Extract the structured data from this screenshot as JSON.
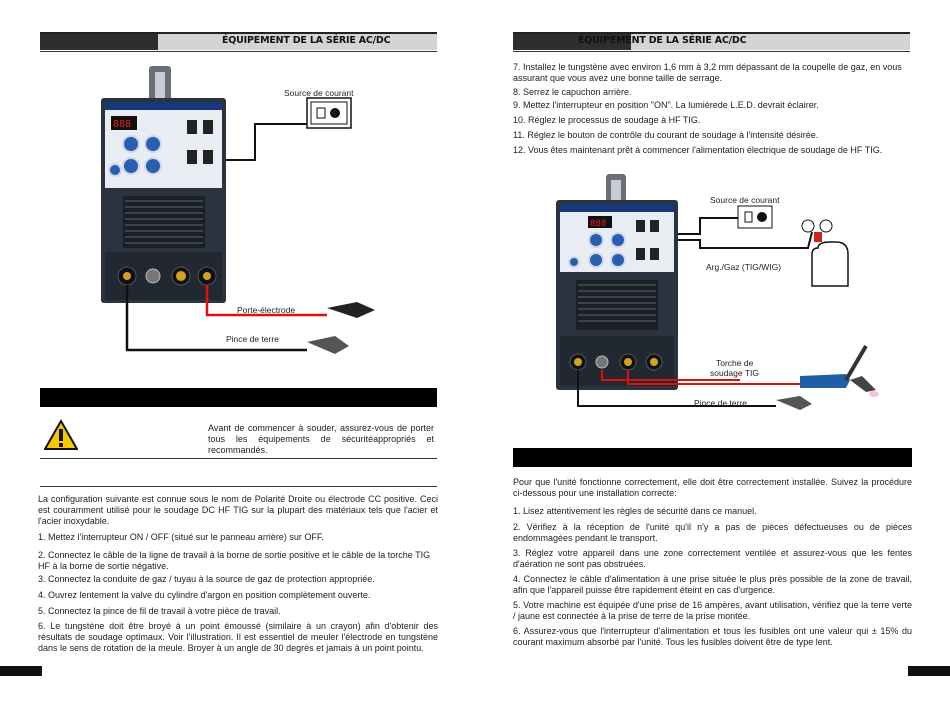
{
  "left": {
    "header_title": "ÉQUIPEMENT DE LA SÉRIE AC/DC",
    "diagram": {
      "source_label": "Source de courant",
      "electrode_label": "Porte-électrode",
      "clamp_label": "Pince de terre"
    },
    "warning_text": "Avant de commencer à souder, assurez-vous de porter tous les équipements de sécuritéappropriés et recommandés.",
    "intro": "La configuration suivante est connue sous le nom de Polarité Droite ou électrode CC positive. Ceci est couramment utilisé pour le soudage DC HF TIG sur la plupart des matériaux tels que l'acier et l'acier inoxydable.",
    "steps": [
      "1. Mettez l'interrupteur ON / OFF (situé sur le panneau arrière) sur OFF.",
      "2. Connectez le câble de la ligne de travail à la borne de sortie positive et le câble de la torche TIG HF à la borne de sortie négative.",
      "3. Connectez la conduite de gaz / tuyau à la source de gaz de protection appropriée.",
      "4. Ouvrez lentement la valve du cylindre d'argon en position complètement ouverte.",
      "5. Connectez la pince de fil de travail à votre pièce de travail.",
      "6. Le tungstène doit être broyé à un point émoussé (similaire à un crayon) afin d'obtenir des résultats de soudage optimaux. Voir l'illustration. Il est essentiel de meuler l'électrode en tungstène dans le sens de rotation de la meule. Broyer à un angle de 30 degrés et jamais à un point pointu."
    ]
  },
  "right": {
    "header_title": "ÉQUIPEMENT DE LA SÉRIE AC/DC",
    "steps": [
      "7. Installez le tungstène avec environ 1,6 mm à 3,2 mm dépassant de la coupelle de gaz, en vous assurant que vous avez une bonne taille de serrage.",
      "8. Serrez le capuchon arrière.",
      "9. Mettez l'interrupteur en position \"ON\". La lumièrede L.E.D. devrait éclairer.",
      "10. Réglez le processus de soudage à HF TIG.",
      "11. Réglez le bouton de contrôle du courant de soudage à l'intensité désirée.",
      "12. Vous êtes maintenant prêt à commencer l'alimentation électrique de soudage de HF TIG."
    ],
    "diagram": {
      "source_label": "Source de courant",
      "gas_label": "Arg./Gaz  (TIG/WIG)",
      "torch_label_1": "Torche de",
      "torch_label_2": "soudage TIG",
      "clamp_label": "Pince de terre"
    },
    "intro": "Pour que l'unité fonctionne correctement, elle doit être correctement installée. Suivez la procédure ci-dessous pour une installation correcte:",
    "install_steps": [
      "1. Lisez attentivement les règles de sécurité dans ce manuel.",
      "2. Vérifiez à la réception de l'unité qu'il n'y a pas de pièces défectueuses ou de pièces endommagées pendant le transport.",
      "3. Réglez votre appareil dans une zone correctement ventilée et assurez-vous que les fentes d'aération ne sont pas obstruées.",
      "4. Connectez le câble d'alimentation à une prise située le plus près possible de la zone de travail, afin que l'appareil puisse être rapidement éteint en cas d'urgence.",
      "5. Votre machine est équipée d'une prise de 16 ampères, avant utilisation, vérifiez que la terre verte / jaune est connectée à la prise de terre de la prise montée.",
      "6. Assurez-vous que l'interrupteur d'alimentation et tous les fusibles ont une valeur qui ± 15% du courant maximum absorbé par l'unité. Tous les fusibles doivent être de type lent."
    ]
  },
  "colors": {
    "panel_blue": "#1f3d7a",
    "knob_blue": "#2a5fb0",
    "display_red": "#e02020",
    "wire_red": "#e01010"
  }
}
